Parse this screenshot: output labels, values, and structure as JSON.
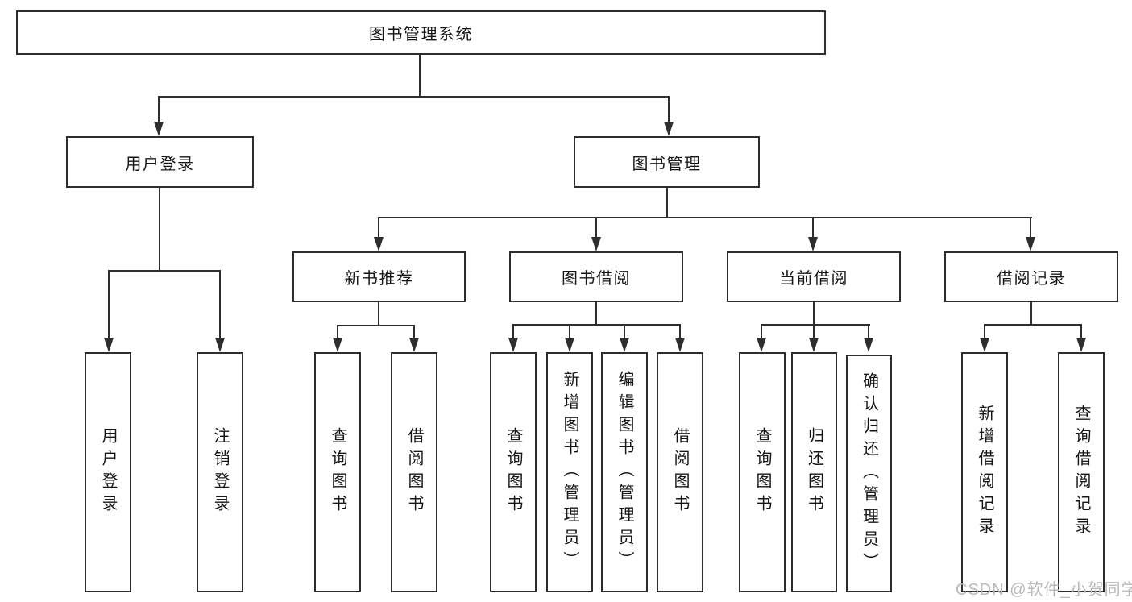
{
  "diagram": {
    "root": {
      "label": "图书管理系统"
    },
    "branches": {
      "user_login": {
        "label": "用户登录",
        "children": {
          "login": {
            "label": "用户登录"
          },
          "logout": {
            "label": "注销登录"
          }
        }
      },
      "book_management": {
        "label": "图书管理",
        "children": {
          "new_book_recommend": {
            "label": "新书推荐",
            "children": {
              "query_books": {
                "label": "查询图书"
              },
              "borrow_books": {
                "label": "借阅图书"
              }
            }
          },
          "book_borrowing": {
            "label": "图书借阅",
            "children": {
              "query_books": {
                "label": "查询图书"
              },
              "add_books": {
                "label": "新增图书（管理员）"
              },
              "edit_books": {
                "label": "编辑图书（管理员）"
              },
              "borrow_books": {
                "label": "借阅图书"
              }
            }
          },
          "current_borrowing": {
            "label": "当前借阅",
            "children": {
              "query_books": {
                "label": "查询图书"
              },
              "return_books": {
                "label": "归还图书"
              },
              "confirm_return": {
                "label": "确认归还（管理员）"
              }
            }
          },
          "borrowing_records": {
            "label": "借阅记录",
            "children": {
              "add_record": {
                "label": "新增借阅记录"
              },
              "query_record": {
                "label": "查询借阅记录"
              }
            }
          }
        }
      }
    },
    "watermark": "CSDN @软件_小贺同学",
    "colors": {
      "line": "#2e2e2e",
      "box_border": "#2e2e2e",
      "text": "#161616",
      "watermark": "#b9b9b9",
      "background": "#ffffff"
    }
  }
}
